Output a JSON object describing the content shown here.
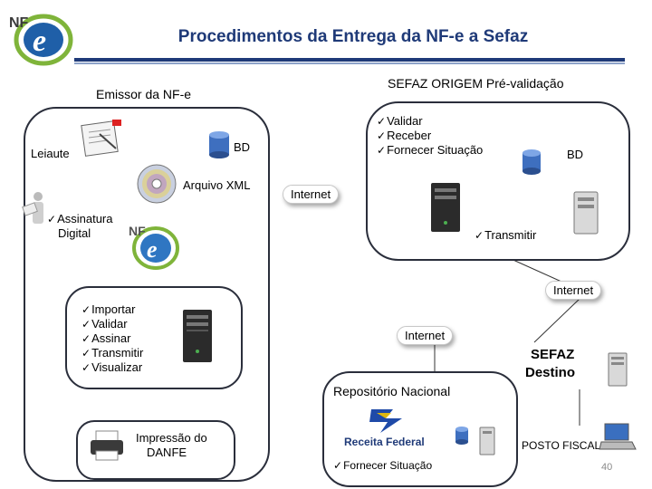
{
  "title": "Procedimentos da Entrega da NF-e a Sefaz",
  "logo_text": "NF e",
  "emissor": {
    "title": "Emissor da NF-e",
    "leiaute": "Leiaute",
    "bd": "BD",
    "arquivo_xml": "Arquivo XML",
    "assinatura": [
      "Assinatura",
      "Digital"
    ],
    "steps": [
      "Importar",
      "Validar",
      "Assinar",
      "Transmitir",
      "Visualizar"
    ],
    "impressao": [
      "Impressão do",
      "DANFE"
    ]
  },
  "sefaz_origem": {
    "title": "SEFAZ ORIGEM Pré-validação",
    "steps": [
      "Validar",
      "Receber",
      "Fornecer Situação"
    ],
    "bd": "BD",
    "transmitir": "Transmitir"
  },
  "internet_labels": [
    "Internet",
    "Internet",
    "Internet"
  ],
  "repositorio": {
    "title": "Repositório Nacional",
    "receita": "Receita Federal",
    "fornecer": "Fornecer Situação"
  },
  "sefaz_destino": [
    "SEFAZ",
    "Destino"
  ],
  "posto_fiscal": "POSTO FISCAL",
  "page_number": "40"
}
